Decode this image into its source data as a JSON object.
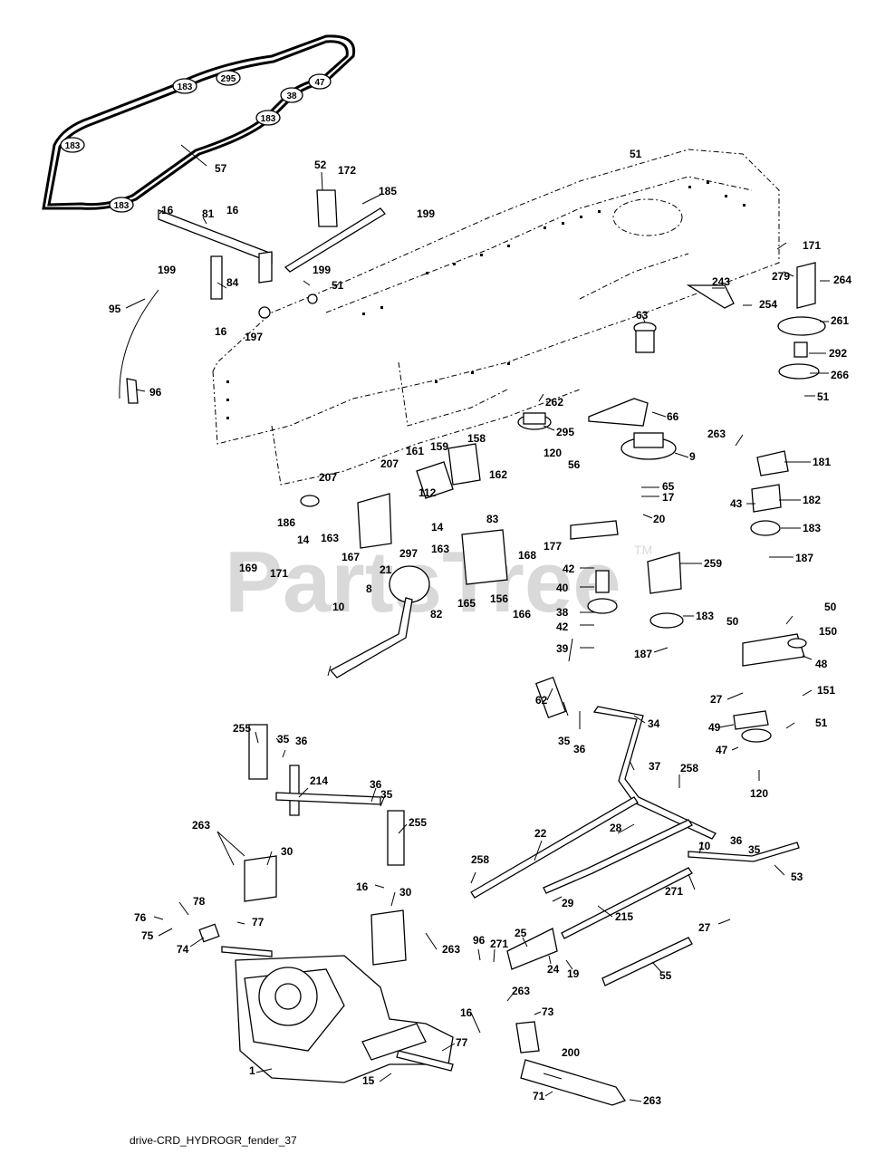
{
  "diagram": {
    "caption": "drive-CRD_HYDROGR_fender_37",
    "watermark": "PartsTree",
    "watermark_tm": "TM",
    "belt_callouts": [
      "183",
      "295",
      "47",
      "38",
      "183",
      "183",
      "183"
    ],
    "part_labels": [
      "57",
      "52",
      "172",
      "185",
      "16",
      "81",
      "16",
      "199",
      "199",
      "51",
      "84",
      "199",
      "95",
      "16",
      "197",
      "96",
      "51",
      "171",
      "279",
      "264",
      "243",
      "254",
      "63",
      "261",
      "292",
      "266",
      "51",
      "262",
      "295",
      "120",
      "66",
      "56",
      "9",
      "263",
      "181",
      "65",
      "17",
      "20",
      "43",
      "182",
      "183",
      "187",
      "158",
      "207",
      "161",
      "159",
      "162",
      "207",
      "186",
      "14",
      "163",
      "112",
      "14",
      "83",
      "167",
      "297",
      "163",
      "168",
      "169",
      "171",
      "21",
      "165",
      "156",
      "166",
      "82",
      "10",
      "8",
      "177",
      "42",
      "40",
      "38",
      "42",
      "39",
      "259",
      "183",
      "187",
      "50",
      "50",
      "150",
      "48",
      "27",
      "151",
      "51",
      "49",
      "47",
      "62",
      "35",
      "36",
      "34",
      "255",
      "35",
      "36",
      "214",
      "36",
      "35",
      "37",
      "258",
      "120",
      "36",
      "35",
      "263",
      "30",
      "22",
      "28",
      "10",
      "255",
      "258",
      "271",
      "53",
      "29",
      "215",
      "16",
      "30",
      "27",
      "78",
      "76",
      "77",
      "75",
      "74",
      "96",
      "271",
      "25",
      "263",
      "24",
      "19",
      "55",
      "263",
      "73",
      "16",
      "77",
      "200",
      "1",
      "15",
      "71",
      "263"
    ]
  }
}
